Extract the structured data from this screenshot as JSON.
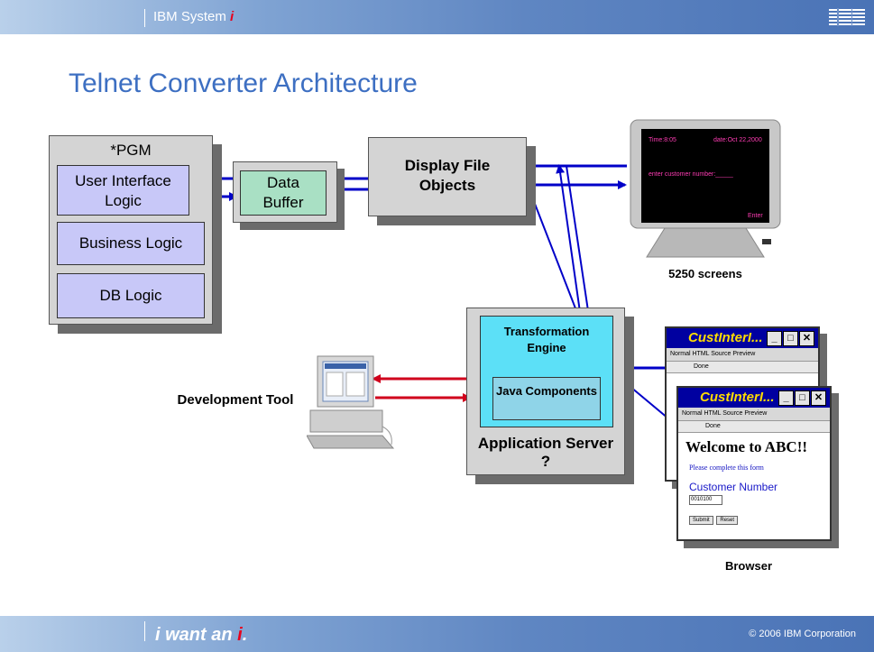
{
  "header": {
    "system_label": "IBM System ",
    "system_i": "i"
  },
  "title": "Telnet Converter Architecture",
  "pgm_box": {
    "title": "*PGM",
    "layers": [
      "User Interface Logic",
      "Business Logic",
      "DB Logic"
    ]
  },
  "data_buffer": "Data Buffer",
  "display_file": "Display File Objects",
  "terminal": {
    "time": "Time:8:05",
    "date": "date:Oct 22,2000",
    "prompt": "enter customer number:_____",
    "key": "Enter",
    "caption": "5250 screens"
  },
  "app_server": {
    "engine": "Transformation Engine",
    "components": "Java Components",
    "caption": "Application Server ?"
  },
  "dev_tool": "Development Tool",
  "browser": {
    "window_title": "CustInterI...",
    "tabs": "Normal  HTML Source  Preview",
    "status": "Done",
    "welcome": "Welcome to ABC!!",
    "instruction": "Please complete this form",
    "field_label": "Customer Number",
    "field_value": "0010100",
    "submit": "Submit",
    "reset": "Reset",
    "caption": "Browser"
  },
  "footer": {
    "slogan_prefix": "i want an ",
    "slogan_i": "i",
    "slogan_end": ".",
    "copyright": "© 2006 IBM Corporation"
  },
  "colors": {
    "title": "#3d6fc2",
    "arrow_blue": "#0000c8",
    "arrow_red": "#d0001c"
  }
}
